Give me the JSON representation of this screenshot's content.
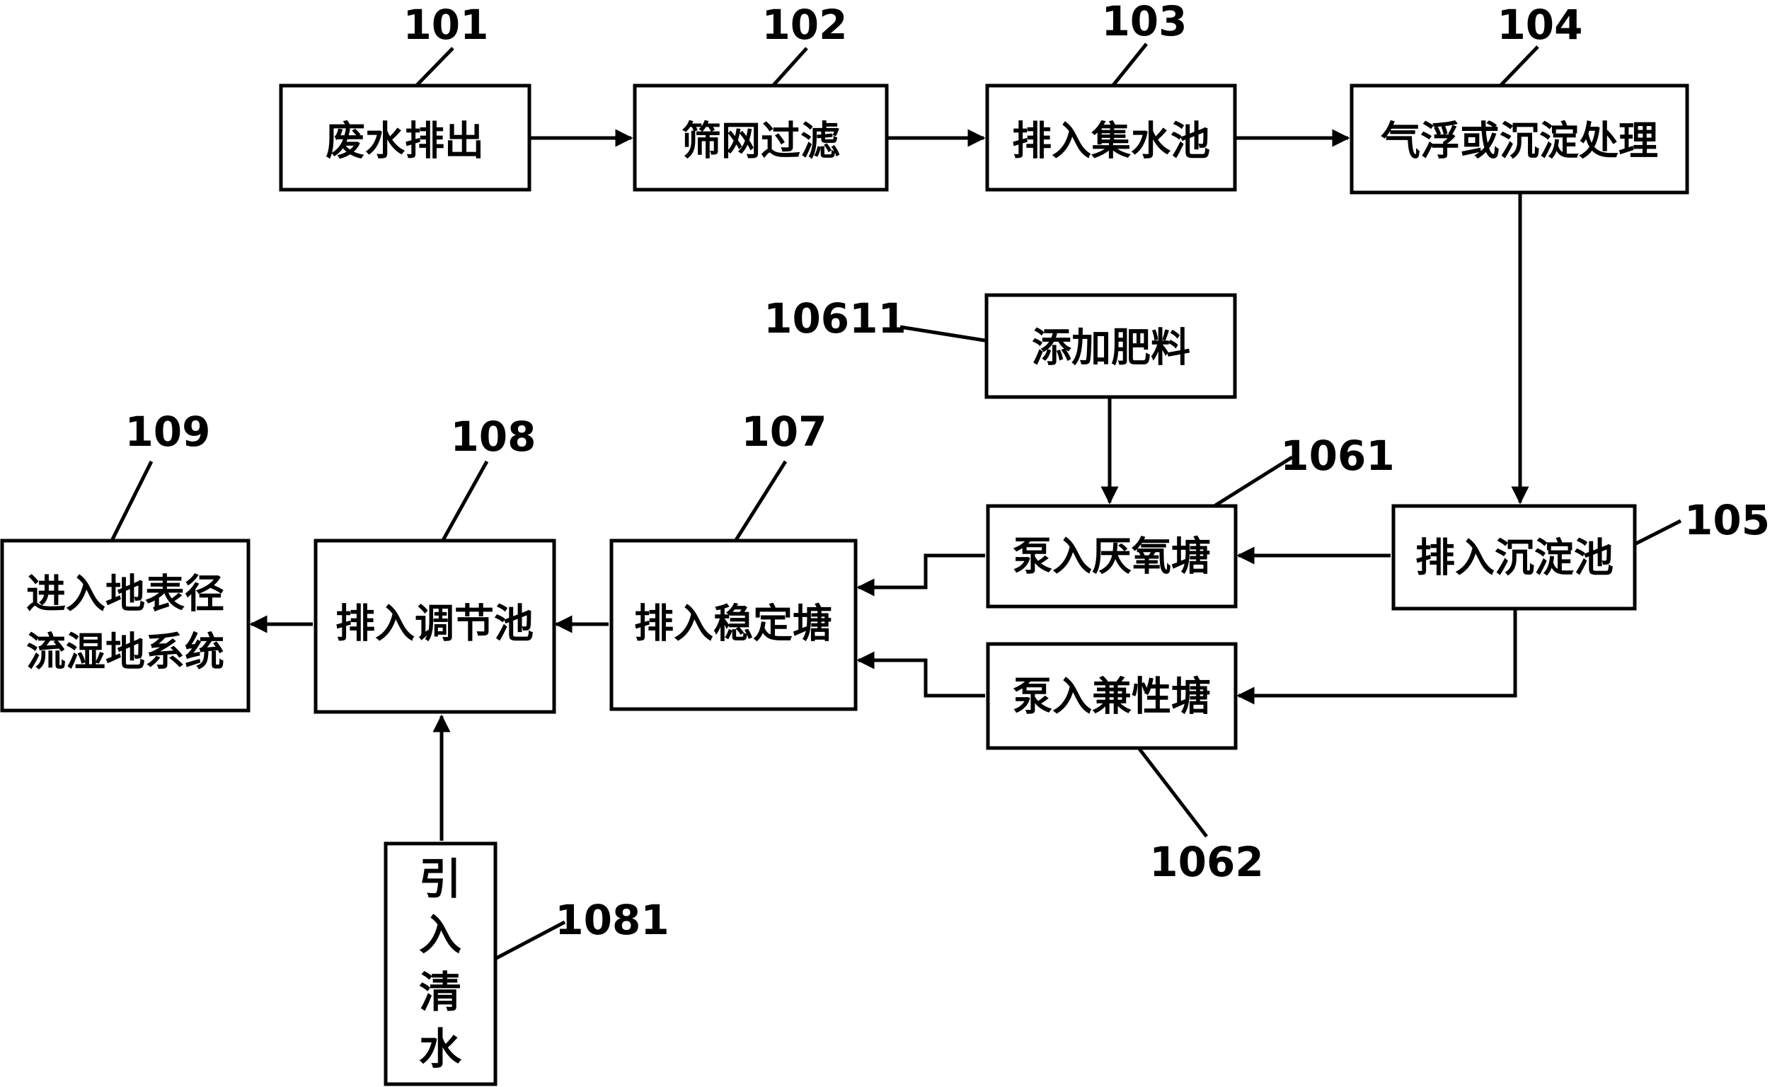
{
  "boxes": {
    "b101": {
      "label": "废水排出"
    },
    "b102": {
      "label": "筛网过滤"
    },
    "b103": {
      "label": "排入集水池"
    },
    "b104": {
      "label": "气浮或沉淀处理"
    },
    "b10611": {
      "label": "添加肥料"
    },
    "b1061": {
      "label": "泵入厌氧塘"
    },
    "b105": {
      "label": "排入沉淀池"
    },
    "b1062": {
      "label": "泵入兼性塘"
    },
    "b107": {
      "label": "排入稳定塘"
    },
    "b108": {
      "label": "排入调节池"
    },
    "b109": {
      "line1": "进入地表径",
      "line2": "流湿地系统"
    },
    "b1081": {
      "chars": [
        "引",
        "入",
        "清",
        "水"
      ]
    }
  },
  "refs": {
    "r101": "101",
    "r102": "102",
    "r103": "103",
    "r104": "104",
    "r10611": "10611",
    "r1061": "1061",
    "r105": "105",
    "r1062": "1062",
    "r107": "107",
    "r108": "108",
    "r109": "109",
    "r1081": "1081"
  }
}
